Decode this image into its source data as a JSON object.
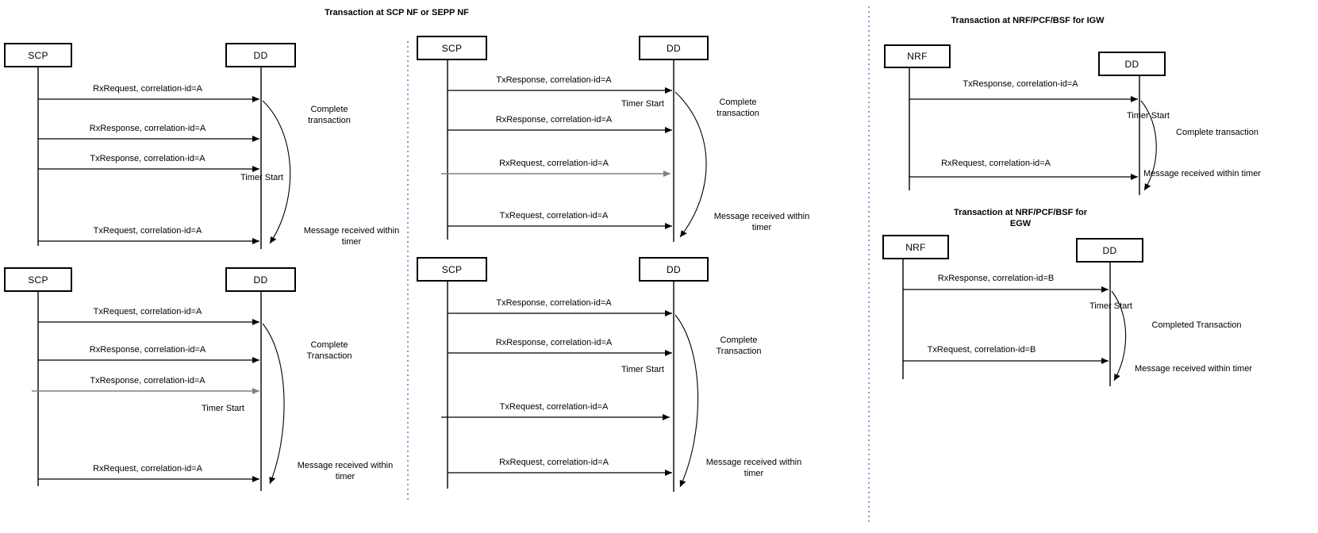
{
  "titles": {
    "scp_section": "Transaction at SCP NF or SEPP NF",
    "nrf_igw_section": "Transaction at NRF/PCF/BSF for IGW",
    "nrf_egw_section_line1": "Transaction at NRF/PCF/BSF for",
    "nrf_egw_section_line2": "EGW"
  },
  "colors": {
    "line": "#000000",
    "gray_arrow": "#808080",
    "separator_dots": "#7f9dcf",
    "box_fill": "#ffffff",
    "box_border": "#000000"
  },
  "diagrams": [
    {
      "actor_left": "SCP",
      "actor_right": "DD",
      "messages": [
        "RxRequest, correlation-id=A",
        "RxResponse, correlation-id=A",
        "TxResponse, correlation-id=A",
        "TxRequest, correlation-id=A"
      ],
      "timer_label": "Timer Start",
      "complete_lines": [
        "Complete",
        "transaction"
      ],
      "received_lines": [
        "Message received within",
        "timer"
      ]
    },
    {
      "actor_left": "SCP",
      "actor_right": "DD",
      "messages": [
        "TxRequest, correlation-id=A",
        "RxResponse, correlation-id=A",
        "TxResponse, correlation-id=A",
        "RxRequest, correlation-id=A"
      ],
      "timer_label": "Timer Start",
      "complete_lines": [
        "Complete",
        "Transaction"
      ],
      "received_lines": [
        "Message received within",
        "timer"
      ]
    },
    {
      "actor_left": "SCP",
      "actor_right": "DD",
      "messages": [
        "TxResponse, correlation-id=A",
        "RxResponse, correlation-id=A",
        "RxRequest, correlation-id=A",
        "TxRequest, correlation-id=A"
      ],
      "timer_label": "Timer Start",
      "complete_lines": [
        "Complete",
        "transaction"
      ],
      "received_lines": [
        "Message received within",
        "timer"
      ]
    },
    {
      "actor_left": "SCP",
      "actor_right": "DD",
      "messages": [
        "TxResponse, correlation-id=A",
        "RxResponse, correlation-id=A",
        "TxRequest, correlation-id=A",
        "RxRequest, correlation-id=A"
      ],
      "timer_label": "Timer Start",
      "complete_lines": [
        "Complete",
        "Transaction"
      ],
      "received_lines": [
        "Message received within",
        "timer"
      ]
    },
    {
      "actor_left": "NRF",
      "actor_right": "DD",
      "messages": [
        "TxResponse, correlation-id=A",
        "RxRequest, correlation-id=A"
      ],
      "timer_label": "Timer Start",
      "complete_lines": [
        "Complete transaction"
      ],
      "received_lines": [
        "Message received within timer"
      ]
    },
    {
      "actor_left": "NRF",
      "actor_right": "DD",
      "messages": [
        "RxResponse, correlation-id=B",
        "TxRequest, correlation-id=B"
      ],
      "timer_label": "Timer Start",
      "complete_lines": [
        "Completed Transaction"
      ],
      "received_lines": [
        "Message received within timer"
      ]
    }
  ]
}
